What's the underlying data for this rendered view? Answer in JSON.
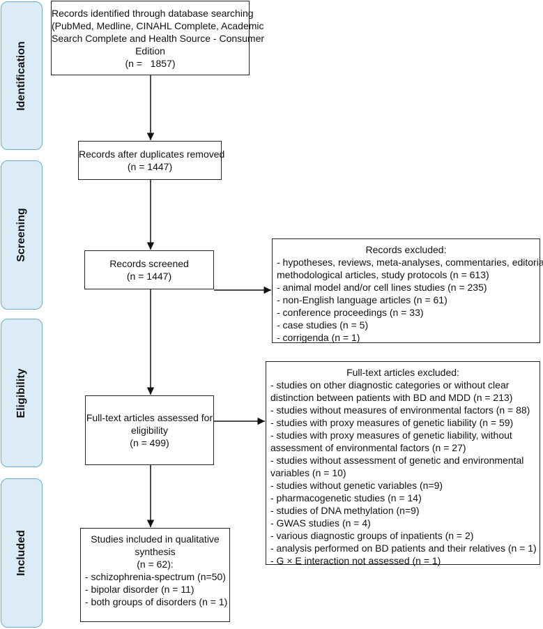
{
  "phases": {
    "identification": "Identification",
    "screening": "Screening",
    "eligibility": "Eligibility",
    "included": "Included"
  },
  "identified": {
    "lines": [
      "Records identified through database searching",
      "(PubMed, Medline, CINAHL Complete, Academic",
      "Search Complete and Health Source - Consumer",
      "Edition",
      "(n =   1857)"
    ]
  },
  "duplicates_removed": {
    "lines": [
      "Records after duplicates removed",
      "(n = 1447)"
    ]
  },
  "screened": {
    "lines": [
      "Records screened",
      "(n = 1447)"
    ]
  },
  "records_excluded": {
    "title": "Records excluded:",
    "items": [
      "- hypotheses, reviews, meta-analyses, commentaries, editorials,",
      "methodological articles, study protocols (n = 613)",
      "- animal model and/or cell lines studies (n = 235)",
      "- non-English language articles (n = 61)",
      "- conference proceedings (n = 33)",
      "- case studies (n = 5)",
      "- corrigenda (n = 1)"
    ]
  },
  "fulltext_assessed": {
    "lines": [
      "Full-text articles assessed for",
      "eligibility",
      "(n = 499)"
    ]
  },
  "fulltext_excluded": {
    "title": "Full-text articles excluded:",
    "items": [
      "- studies on other diagnostic categories or without clear",
      "distinction between patients with BD and MDD (n = 213)",
      "- studies without measures of environmental factors (n = 88)",
      "- studies with proxy measures of genetic liability (n = 59)",
      "- studies with proxy measures of genetic liability, without",
      "assessment of environmental factors (n = 27)",
      "- studies without assessment of genetic and environmental",
      "variables (n = 10)",
      "- studies without genetic variables (n=9)",
      "- pharmacogenetic studies (n = 14)",
      "- studies of DNA methylation (n=9)",
      "- GWAS studies (n = 4)",
      "- various diagnostic groups of inpatients (n = 2)",
      "- analysis performed on BD patients and their relatives (n = 1)",
      "- G × E interaction not assessed (n = 1)"
    ]
  },
  "included_studies": {
    "title_lines": [
      "Studies included in qualitative",
      "synthesis",
      "(n = 62):"
    ],
    "items": [
      "- schizophrenia-spectrum (n=50)",
      "- bipolar disorder (n = 11)",
      "- both groups of disorders (n = 1)"
    ]
  }
}
